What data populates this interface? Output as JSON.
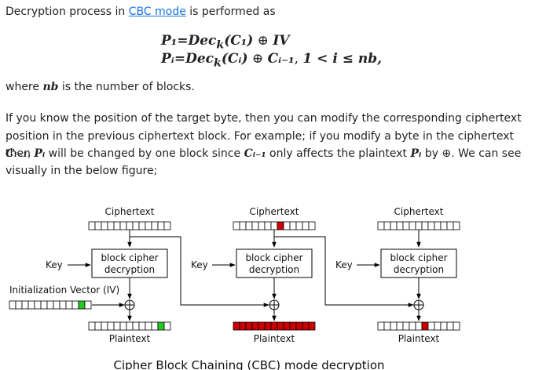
{
  "intro": {
    "before": "Decryption process in ",
    "link": "CBC mode",
    "after": " is performed as"
  },
  "formulas": {
    "line1": {
      "lhs": "P₁",
      "eq": "=Dec",
      "key": "k",
      "arg": "(C₁)",
      "op": " ⊕ ",
      "tail": "IV"
    },
    "line2": {
      "lhs": "Pᵢ",
      "eq": "=Dec",
      "key": "k",
      "arg": "(Cᵢ)",
      "op": " ⊕ ",
      "tail": "Cᵢ₋₁",
      "cond_sep": ",   ",
      "cond": "1 < i ≤ nb,"
    }
  },
  "where": {
    "before": "where ",
    "var": "nb",
    "after": " is the number of blocks."
  },
  "explanation": {
    "line1": "If you know the position of the target byte, then you can modify the corresponding ciphertext",
    "line2_before": "position in the previous ciphertext block. For example; if you modify a byte in the ciphertext ",
    "line2_var": "Cᵢ₋₁",
    "line2_after": ",",
    "line3_before": "then ",
    "line3_var1": "Pᵢ",
    "line3_mid": " will be changed by one block since ",
    "line3_var2": "Cᵢ₋₁",
    "line3_mid2": " only affects the plaintext ",
    "line3_var3": "Pᵢ",
    "line3_after": " by ⊕. We can see",
    "line4": "visually in the below figure;"
  },
  "diagram": {
    "ciphertext_label": "Ciphertext",
    "plaintext_label": "Plaintext",
    "key_label": "Key",
    "block_line1": "block cipher",
    "block_line2": "decryption",
    "iv_label": "Initialization Vector (IV)",
    "caption": "Cipher Block Chaining (CBC) mode decryption",
    "colors": {
      "modified": "#cc0000",
      "iv_highlight": "#22cc22",
      "line": "#000000"
    },
    "blocks": [
      {
        "cipher_mark": "none",
        "plain_mark": "green-byte"
      },
      {
        "cipher_mark": "red-byte",
        "plain_mark": "all-red"
      },
      {
        "cipher_mark": "none",
        "plain_mark": "red-byte"
      }
    ],
    "iv_mark": "green-byte"
  }
}
